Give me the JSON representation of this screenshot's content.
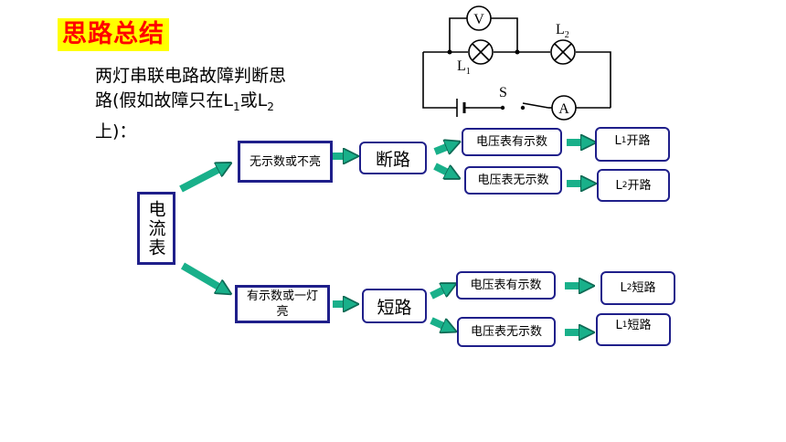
{
  "heading": "思路总结",
  "description": {
    "line1": "两灯串联电路故障判断思",
    "line2_a": "路(假如故障只在L",
    "line2_sub1": "1",
    "line2_b": "或L",
    "line2_sub2": "2",
    "line3": "上)："
  },
  "circuit": {
    "voltmeter": "V",
    "ammeter": "A",
    "switch": "S",
    "lamp1": "L",
    "lamp1_sub": "1",
    "lamp2": "L",
    "lamp2_sub": "2"
  },
  "root": "电流表",
  "branches": {
    "upper": {
      "condition": "无示数或不亮",
      "fault": "断路",
      "cases": [
        {
          "reading": "电压表有示数",
          "result": "L",
          "result_sub": "1",
          "result_suffix": "开路"
        },
        {
          "reading": "电压表无示数",
          "result": "L",
          "result_sub": "2",
          "result_suffix": "开路"
        }
      ]
    },
    "lower": {
      "condition": "有示数或一灯亮",
      "fault": "短路",
      "cases": [
        {
          "reading": "电压表有示数",
          "result": "L",
          "result_sub": "2",
          "result_suffix": "短路"
        },
        {
          "reading": "电压表无示数",
          "result": "L",
          "result_sub": "1",
          "result_suffix": "短路"
        }
      ]
    }
  },
  "colors": {
    "title_text": "#ff0000",
    "title_bg": "#ffff00",
    "box_border": "#1f1f8a",
    "arrow_fill": "#19b08a",
    "arrow_stroke": "#0e6a55"
  }
}
